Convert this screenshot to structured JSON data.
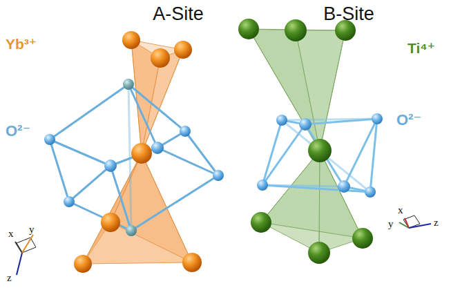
{
  "diagram": {
    "labels": [
      "A-Site",
      "B-Site",
      "Yb³⁺",
      "O²⁻",
      "Ti⁴⁺",
      "O²⁻",
      "x",
      "y",
      "z",
      "y",
      "x",
      "z"
    ]
  }
}
